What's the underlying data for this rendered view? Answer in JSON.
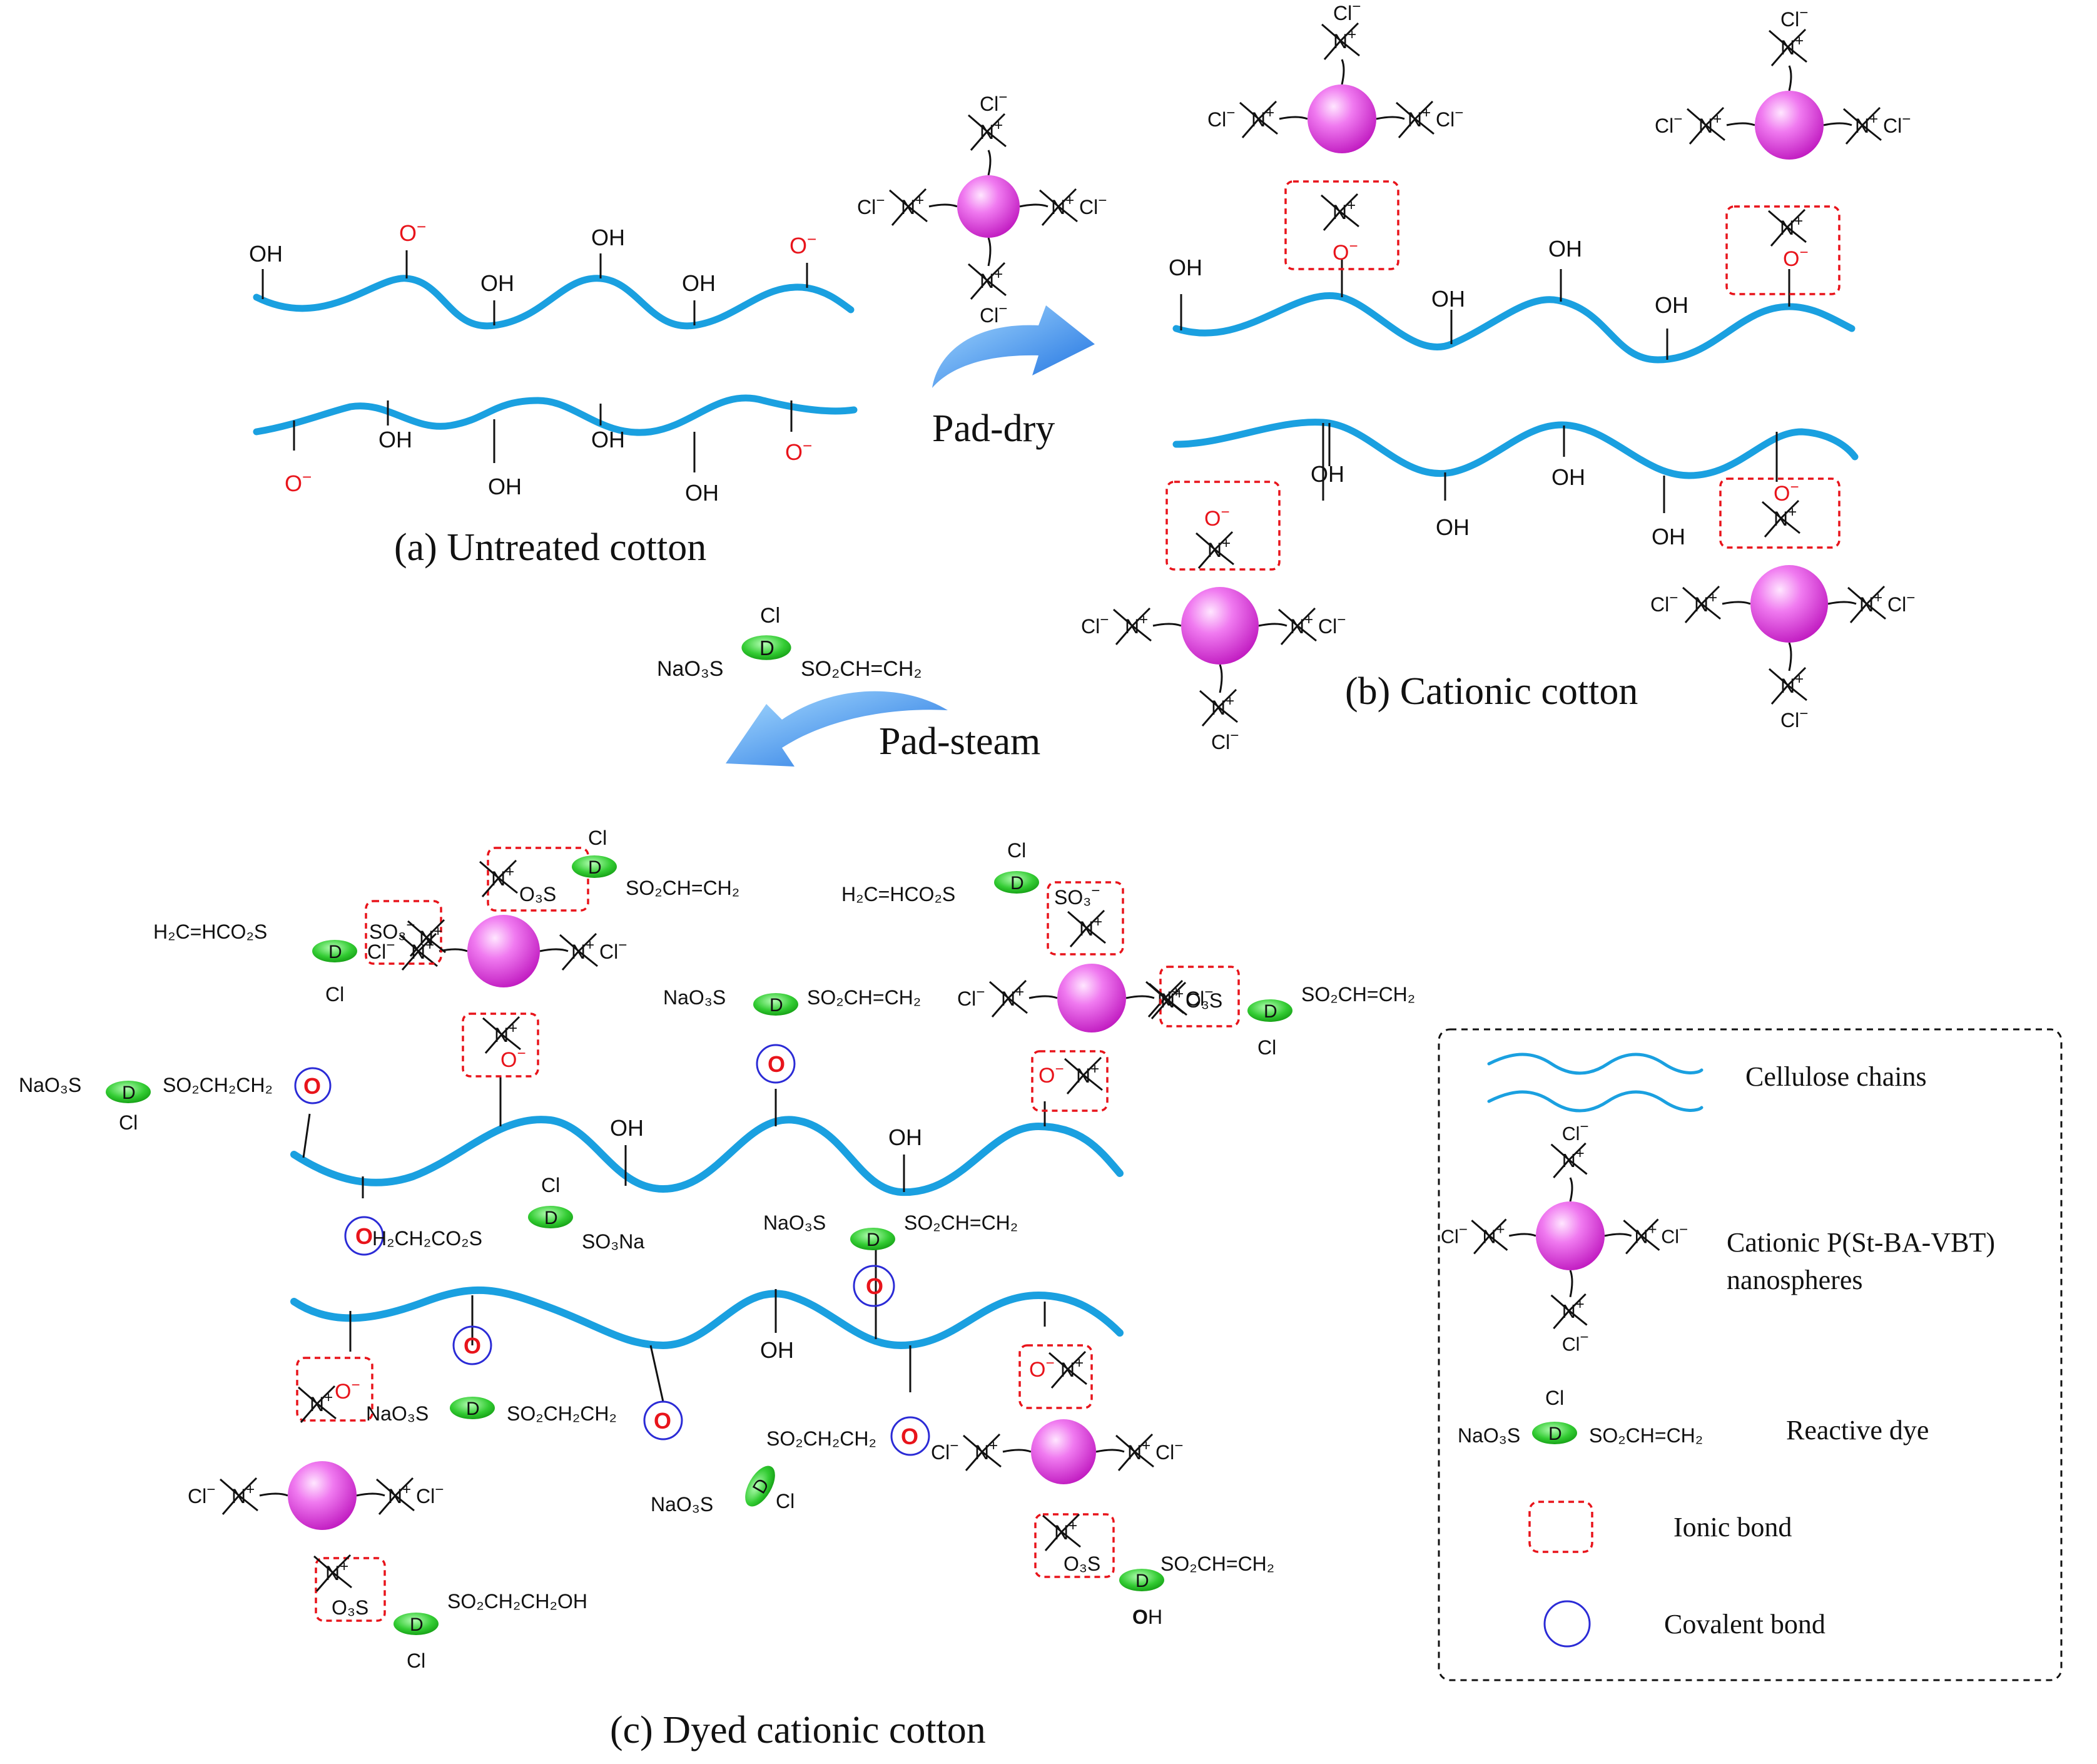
{
  "captions": {
    "a": "(a) Untreated cotton",
    "b": "(b) Cationic cotton",
    "c": "(c) Dyed cationic cotton"
  },
  "arrows": {
    "pad_dry": "Pad-dry",
    "pad_steam": "Pad-steam"
  },
  "groups": {
    "oh": "OH",
    "o_minus": "O",
    "n_plus": "N",
    "cl_minus": "Cl",
    "cl": "Cl",
    "dye_core": "D",
    "so3na_left": "NaO₃S",
    "so3na_right": "SO₃Na",
    "so3_minus": "SO₃",
    "o3s": "O₃S",
    "vinyl_sulfone": "SO₂CH=CH₂",
    "vinyl_sulfone_left": "H₂C=HCO₂S",
    "sulfatoethyl_o": "SO₂CH₂CH₂",
    "sulfatoethyl_rev": "H₂CH₂CO₂S",
    "hydroxyethyl": "SO₂CH₂CH₂OH",
    "o_red": "O",
    "h": "H"
  },
  "legend": {
    "cellulose": "Cellulose chains",
    "nanosphere_line1": "Cationic P(St-BA-VBT)",
    "nanosphere_line2": "nanospheres",
    "dye": "Reactive dye",
    "ionic": "Ionic bond",
    "covalent": "Covalent bond"
  },
  "colors": {
    "chain": "#1aa0e0",
    "sphere": "#e64ce6",
    "dye": "#22c322",
    "ionic": "#e8141b",
    "covalent": "#2b2bd6",
    "arrow": "#2b86e8"
  }
}
